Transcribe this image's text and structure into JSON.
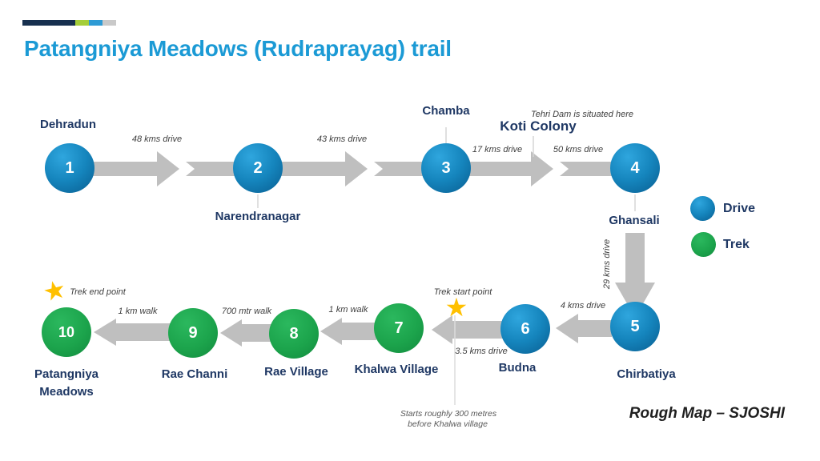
{
  "header": {
    "title": "Patangniya Meadows (Rudraprayag) trail"
  },
  "colors": {
    "title_blue": "#1B9AD5",
    "label_navy": "#1F3864",
    "arrow_gray": "#BFBFBF",
    "drive_circle_blue": "#1585BD",
    "trek_circle_green": "#1CA44C",
    "star_gold": "#FFC000",
    "accent_bar": [
      "#17304F",
      "#A5CE39",
      "#2E9BD5",
      "#C9C9C9"
    ]
  },
  "nodes": [
    {
      "num": "1",
      "name": "Dehradun",
      "mode": "drive"
    },
    {
      "num": "2",
      "name": "Narendranagar",
      "mode": "drive"
    },
    {
      "num": "3",
      "name": "Chamba",
      "mode": "drive"
    },
    {
      "num": "4",
      "name": "Ghansali",
      "mode": "drive"
    },
    {
      "num": "5",
      "name": "Chirbatiya",
      "mode": "drive"
    },
    {
      "num": "6",
      "name": "Budna",
      "mode": "drive"
    },
    {
      "num": "7",
      "name": "Khalwa Village",
      "mode": "trek"
    },
    {
      "num": "8",
      "name": "Rae Village",
      "mode": "trek"
    },
    {
      "num": "9",
      "name": "Rae Channi",
      "mode": "trek"
    },
    {
      "num": "10",
      "name": "Patangniya Meadows",
      "mode": "trek"
    }
  ],
  "waypoint": {
    "name": "Koti Colony",
    "note": "Tehri Dam is situated here"
  },
  "segments": {
    "s1_2": "48 kms drive",
    "s2_3": "43 kms drive",
    "s3_koti": "17 kms drive",
    "koti_4": "50 kms drive",
    "s4_5": "29 kms drive",
    "s5_6": "4 kms drive",
    "s6_7": "3.5 kms drive",
    "s7_8": "1 km walk",
    "s8_9": "700 mtr walk",
    "s9_10": "1 km walk"
  },
  "markers": {
    "trek_start_label": "Trek start point",
    "trek_end_label": "Trek end point",
    "trek_start_note_line1": "Starts roughly 300 metres",
    "trek_start_note_line2": "before Khalwa village",
    "star_glyph": "★"
  },
  "legend": {
    "drive_label": "Drive",
    "trek_label": "Trek"
  },
  "footer": {
    "credit": "Rough Map – SJOSHI"
  }
}
